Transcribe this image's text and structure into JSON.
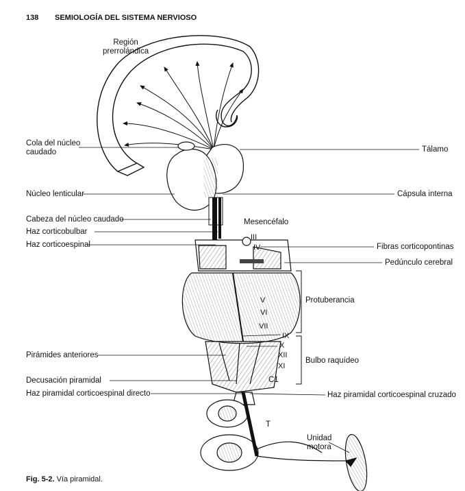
{
  "header": {
    "page_number": "138",
    "running_title": "SEMIOLOGÍA DEL SISTEMA NERVIOSO"
  },
  "labels": {
    "region": "Región\nprerrolándica",
    "cola_nucleo": "Cola del núcleo\ncaudado",
    "talamo": "Tálamo",
    "nucleo_lenticular": "Núcleo lenticular",
    "capsula_interna": "Cápsula interna",
    "cabeza_nucleo": "Cabeza del núcleo caudado",
    "mesencefalo": "Mesencéfalo",
    "haz_corticobulbar": "Haz corticobulbar",
    "haz_corticoespinal": "Haz corticoespinal",
    "fibras_corticopontinas": "Fibras corticopontinas",
    "pedunculo_cerebral": "Pedúnculo cerebral",
    "protuberancia": "Protuberancia",
    "piramides_anteriores": "Pirámides anteriores",
    "bulbo_raquideo": "Bulbo raquídeo",
    "decusacion_piramidal": "Decusación piramidal",
    "haz_directo": "Haz piramidal corticoespinal directo",
    "haz_cruzado": "Haz piramidal corticoespinal cruzado",
    "unidad_motora": "Unidad\nmotora",
    "t_label": "T",
    "c1": "C1"
  },
  "cranial_nerves": [
    "III",
    "IV",
    "V",
    "VI",
    "VII",
    "IX",
    "X",
    "XII",
    "XI"
  ],
  "caption": {
    "fig": "Fig. 5-2.",
    "text": " Vía piramidal."
  }
}
